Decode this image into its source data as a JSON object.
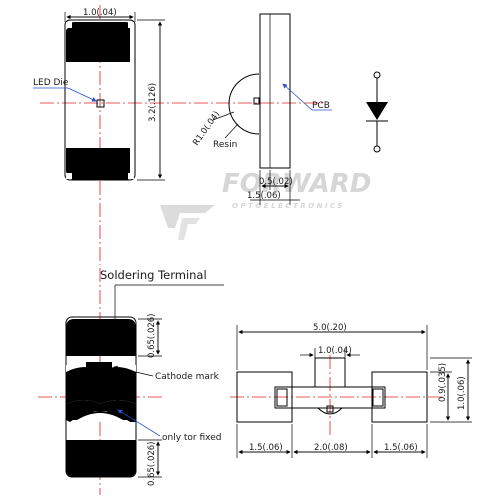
{
  "top_view": {
    "width_dim": "1.0(.04)",
    "length_dim": "3.2(.126)",
    "led_die_label": "LED Die"
  },
  "side_view": {
    "radius_dim": "R1.0(.04)",
    "resin_label": "Resin",
    "pcb_label": "PCB",
    "dim_05": "0.5(.02)",
    "dim_15": "1.5(.06)"
  },
  "watermark": {
    "brand": "FORWARD",
    "sub": "OPTOELECTRONICS"
  },
  "bottom_view": {
    "title": "Soldering  Terminal",
    "dim_top": "0.65(.026)",
    "dim_bottom": "0.65(.026)",
    "cathode_label": "Cathode mark",
    "only_label": "only tor fixed"
  },
  "footprint": {
    "total_width": "5.0(.20)",
    "center_width": "1.0(.04)",
    "right_small": "0.9(.035)",
    "right_total": "1.0(.06)",
    "left_pad": "1.5(.06)",
    "gap": "2.0(.08)",
    "right_pad": "1.5(.06)"
  }
}
